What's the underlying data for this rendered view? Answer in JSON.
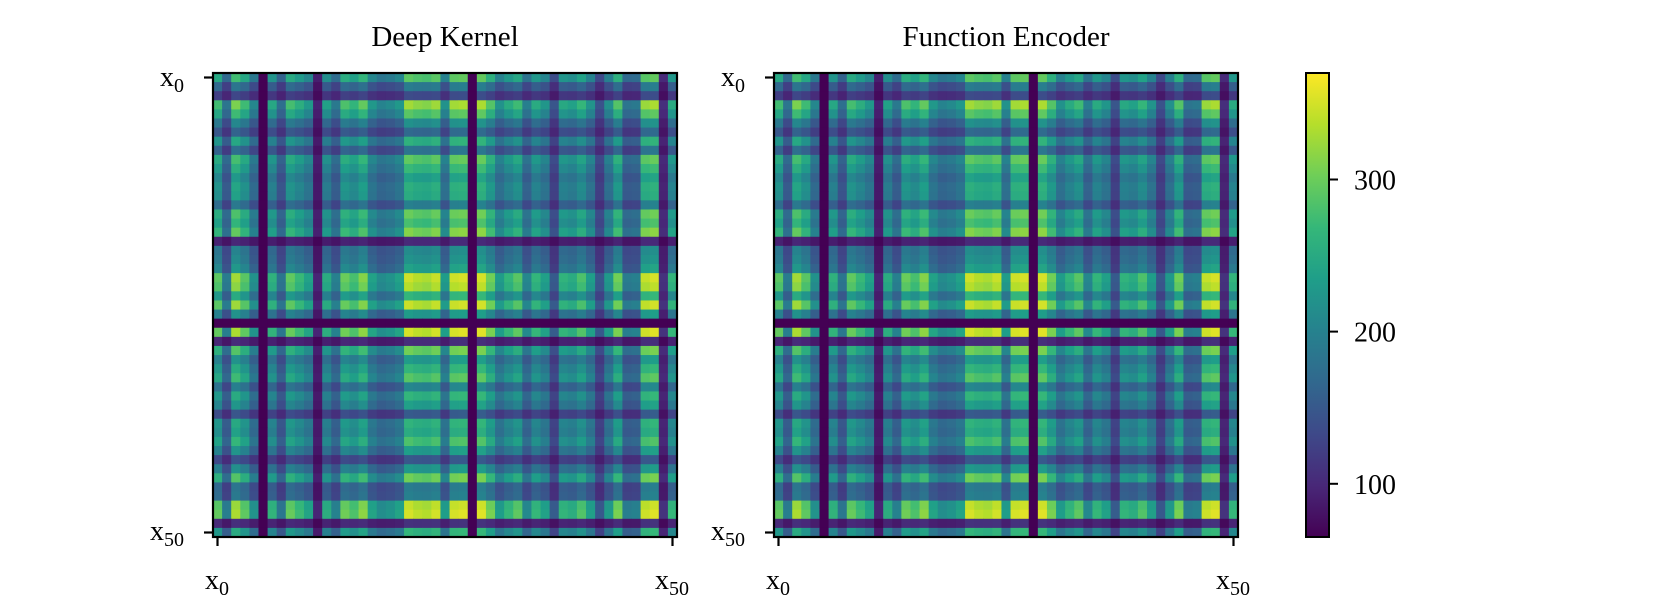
{
  "chart_data": [
    {
      "type": "heatmap",
      "title": "Deep Kernel",
      "size": 51,
      "vlim": [
        65,
        370
      ],
      "x_ticks": [
        {
          "base": "x",
          "sub": "0"
        },
        {
          "base": "x",
          "sub": "50"
        }
      ],
      "y_ticks": [
        {
          "base": "x",
          "sub": "0"
        },
        {
          "base": "x",
          "sub": "50"
        }
      ],
      "row_profile": [
        0.71,
        0.33,
        0.15,
        0.86,
        0.7,
        0.42,
        0.25,
        0.58,
        0.3,
        0.72,
        0.62,
        0.5,
        0.57,
        0.55,
        0.35,
        0.74,
        0.66,
        0.8,
        0.06,
        0.4,
        0.43,
        0.5,
        0.95,
        0.9,
        0.6,
        0.94,
        0.47,
        0.0,
        0.97,
        0.07,
        0.76,
        0.47,
        0.6,
        0.7,
        0.38,
        0.6,
        0.49,
        0.2,
        0.59,
        0.55,
        0.67,
        0.48,
        0.19,
        0.46,
        0.76,
        0.33,
        0.35,
        0.93,
        0.97,
        0.08,
        0.6
      ],
      "col_profile": [
        0.71,
        0.33,
        0.86,
        0.7,
        0.42,
        0.0,
        0.58,
        0.3,
        0.72,
        0.62,
        0.5,
        0.05,
        0.55,
        0.35,
        0.74,
        0.66,
        0.8,
        0.5,
        0.4,
        0.43,
        0.5,
        0.95,
        0.9,
        0.88,
        0.94,
        0.47,
        0.95,
        0.97,
        0.0,
        0.97,
        0.76,
        0.47,
        0.6,
        0.7,
        0.38,
        0.6,
        0.49,
        0.2,
        0.59,
        0.55,
        0.67,
        0.48,
        0.19,
        0.46,
        0.76,
        0.33,
        0.35,
        0.93,
        0.97,
        0.08,
        0.6
      ]
    },
    {
      "type": "heatmap",
      "title": "Function Encoder",
      "size": 51,
      "vlim": [
        65,
        370
      ],
      "x_ticks": [
        {
          "base": "x",
          "sub": "0"
        },
        {
          "base": "x",
          "sub": "50"
        }
      ],
      "y_ticks": [
        {
          "base": "x",
          "sub": "0"
        },
        {
          "base": "x",
          "sub": "50"
        }
      ],
      "row_profile": [
        0.71,
        0.33,
        0.15,
        0.86,
        0.7,
        0.42,
        0.25,
        0.58,
        0.3,
        0.72,
        0.62,
        0.5,
        0.57,
        0.55,
        0.35,
        0.74,
        0.66,
        0.8,
        0.06,
        0.4,
        0.43,
        0.5,
        0.95,
        0.9,
        0.6,
        0.94,
        0.47,
        0.0,
        0.97,
        0.07,
        0.76,
        0.47,
        0.6,
        0.7,
        0.38,
        0.6,
        0.49,
        0.2,
        0.59,
        0.55,
        0.67,
        0.48,
        0.19,
        0.46,
        0.76,
        0.33,
        0.35,
        0.93,
        0.97,
        0.08,
        0.6
      ],
      "col_profile": [
        0.71,
        0.33,
        0.86,
        0.7,
        0.42,
        0.0,
        0.58,
        0.3,
        0.72,
        0.62,
        0.5,
        0.05,
        0.55,
        0.35,
        0.74,
        0.66,
        0.8,
        0.5,
        0.4,
        0.43,
        0.5,
        0.95,
        0.9,
        0.88,
        0.94,
        0.47,
        0.95,
        0.97,
        0.0,
        0.97,
        0.76,
        0.47,
        0.6,
        0.7,
        0.38,
        0.6,
        0.49,
        0.2,
        0.59,
        0.55,
        0.67,
        0.48,
        0.19,
        0.46,
        0.76,
        0.33,
        0.35,
        0.93,
        0.97,
        0.08,
        0.6
      ]
    }
  ],
  "colorbar": {
    "colormap": "viridis",
    "range": [
      65,
      370
    ],
    "ticks": [
      100,
      200,
      300
    ]
  },
  "colors": {
    "viridis_stops": [
      "#440154",
      "#482878",
      "#3e4989",
      "#31688e",
      "#26828e",
      "#1f9e89",
      "#35b779",
      "#6ece58",
      "#b5de2b",
      "#fde725"
    ]
  }
}
